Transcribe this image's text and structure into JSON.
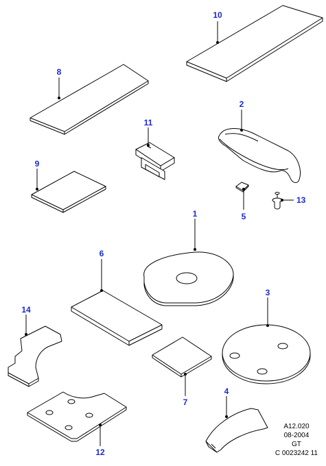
{
  "callouts": {
    "c1": "1",
    "c2": "2",
    "c3": "3",
    "c4": "4",
    "c5": "5",
    "c6": "6",
    "c7": "7",
    "c8": "8",
    "c9": "9",
    "c10": "10",
    "c11": "11",
    "c12": "12",
    "c13": "13",
    "c14": "14"
  },
  "reference": {
    "code": "A12.020",
    "date": "08-2004",
    "model": "GT",
    "drawing_number": "C 0023242 11"
  },
  "colors": {
    "callout": "#1a2ad0",
    "line": "#000000"
  }
}
